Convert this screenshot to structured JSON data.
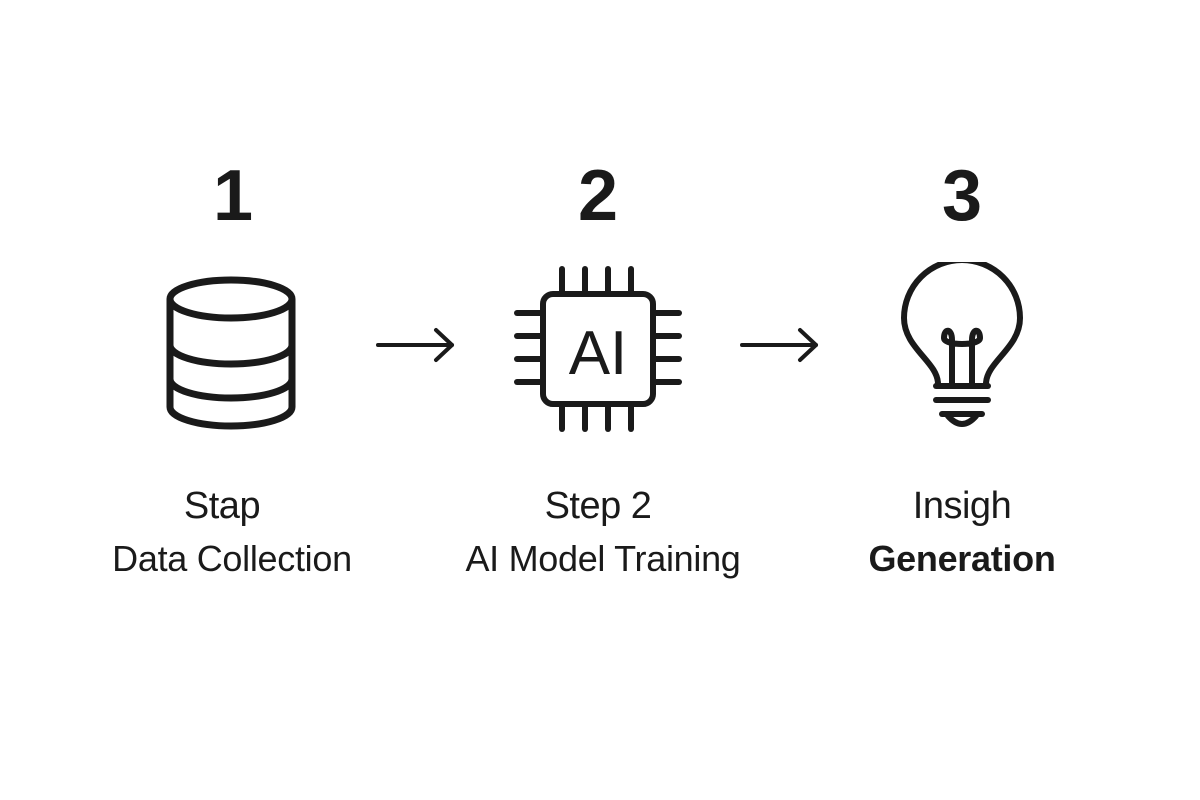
{
  "steps": [
    {
      "number": "1",
      "title": "Stap",
      "subtitle": "Data Collection",
      "icon": "database-icon"
    },
    {
      "number": "2",
      "title": "Step 2",
      "subtitle": "AI Model Training",
      "icon": "ai-chip-icon",
      "icon_text": "AI"
    },
    {
      "number": "3",
      "title": "Insigh",
      "subtitle": "Generation",
      "icon": "lightbulb-icon"
    }
  ],
  "connectors": [
    "arrow-right-icon",
    "arrow-right-icon"
  ],
  "colors": {
    "stroke": "#1a1a1a",
    "background": "#ffffff"
  }
}
